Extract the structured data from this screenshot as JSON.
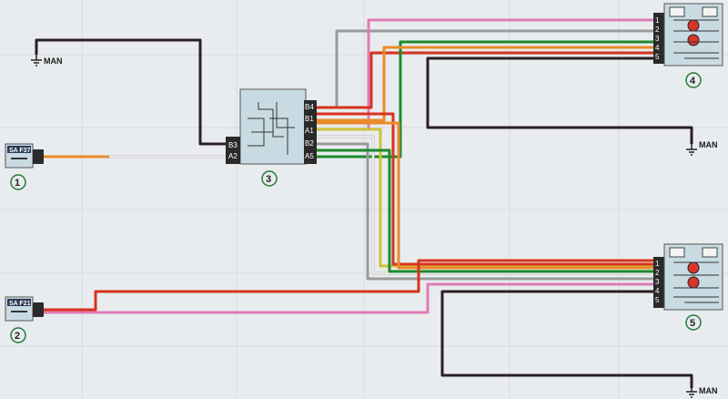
{
  "ground_label": "MAN",
  "colors": {
    "black": "#2a1f24",
    "red": "#d7321f",
    "orange": "#e98a2b",
    "pink": "#de7cb7",
    "green": "#1c8a2c",
    "yellow": "#cfc33a",
    "gray": "#9a9a9a",
    "white": "#f6f6f6",
    "component": "#c9dbe2",
    "lamp": "#d8352a"
  },
  "components": {
    "fuse1": {
      "label": "SA F37",
      "number": "1"
    },
    "fuse2": {
      "label": "SA F21",
      "number": "2"
    },
    "switch": {
      "number": "3",
      "pins_left": [
        "B3",
        "A2"
      ],
      "pins_right": [
        "B4",
        "B1",
        "A1",
        "B2",
        "A5"
      ]
    },
    "lamp4": {
      "number": "4",
      "pins": [
        "1",
        "2",
        "3",
        "4",
        "5"
      ]
    },
    "lamp5": {
      "number": "5",
      "pins": [
        "1",
        "2",
        "3",
        "4",
        "5"
      ]
    }
  }
}
